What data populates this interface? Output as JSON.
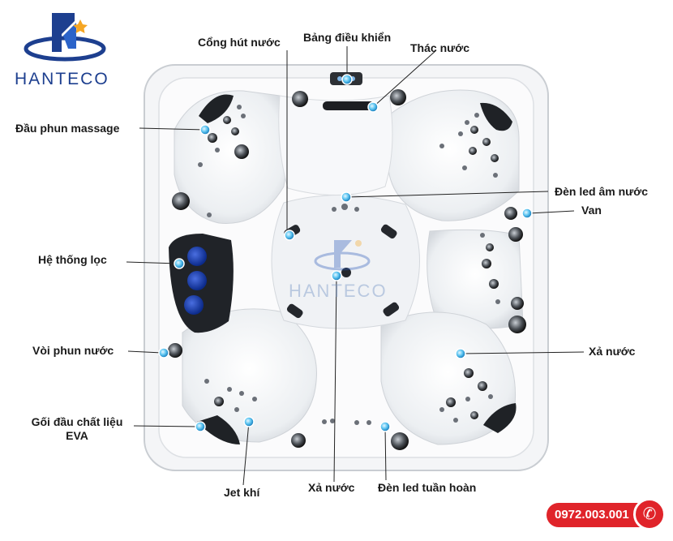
{
  "brand": {
    "name": "HANTECO",
    "watermark": "HANTECO",
    "colors": {
      "primary": "#1d3f8f",
      "accent": "#f5a623",
      "phone_bg": "#e0242a"
    }
  },
  "contact": {
    "phone": "0972.003.001",
    "icon": "phone-icon"
  },
  "labels": {
    "control_panel": "Bảng điều khiển",
    "suction": "Cổng hút nước",
    "waterfall": "Thác nước",
    "massage_jet": "Đầu phun massage",
    "underwater_led": "Đèn led âm nước",
    "valve": "Van",
    "filter": "Hệ thống lọc",
    "water_spout": "Vòi phun nước",
    "drain_right": "Xả nước",
    "headrest_line1": "Gối đầu chất liệu",
    "headrest_line2": "EVA",
    "air_jet": "Jet khí",
    "drain_bottom": "Xả nước",
    "circulation_led": "Đèn led tuần hoàn"
  }
}
